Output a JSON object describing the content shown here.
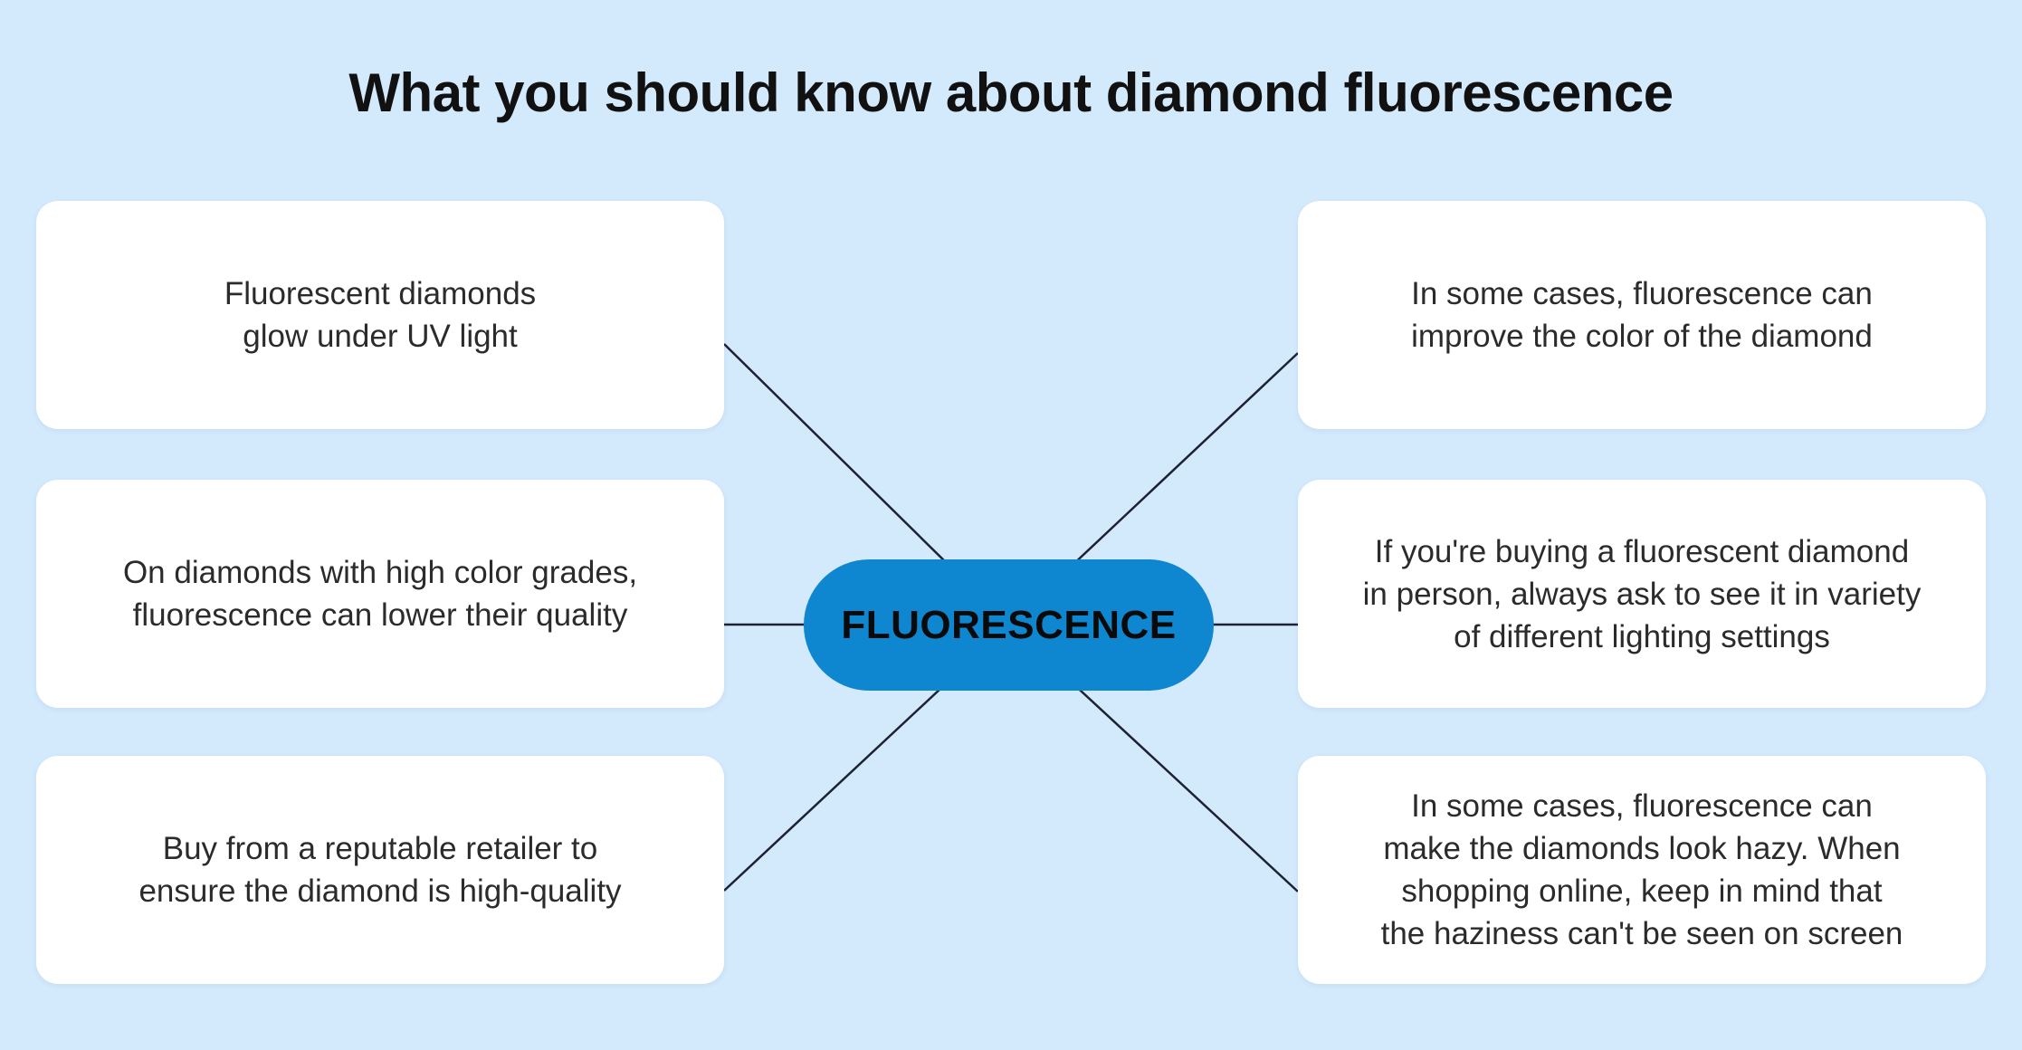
{
  "title": "What you should know about diamond fluorescence",
  "center": {
    "label": "FLUORESCENCE"
  },
  "boxes": [
    {
      "id": "glow-under-uv",
      "side": "left",
      "text": "Fluorescent diamonds\nglow under UV light"
    },
    {
      "id": "lower-quality",
      "side": "left",
      "text": "On diamonds with high color grades,\nfluorescence can lower their quality"
    },
    {
      "id": "reputable-retailer",
      "side": "left",
      "text": "Buy from a reputable retailer to\nensure the diamond is high-quality"
    },
    {
      "id": "improve-color",
      "side": "right",
      "text": "In some cases, fluorescence can\nimprove the color of the diamond"
    },
    {
      "id": "lighting-settings",
      "side": "right",
      "text": "If you're buying a fluorescent diamond\nin person, always ask to see it in variety\nof different lighting settings"
    },
    {
      "id": "hazy-diamonds",
      "side": "right",
      "text": "In some cases, fluorescence can\nmake the diamonds look hazy. When\nshopping online, keep in mind that\nthe haziness can't be seen on screen"
    }
  ],
  "colors": {
    "background": "#d3e9fc",
    "card": "#ffffff",
    "accent": "#0e86d0",
    "line": "#1c2233",
    "title_text": "#111111",
    "body_text": "#2b2b2b"
  }
}
